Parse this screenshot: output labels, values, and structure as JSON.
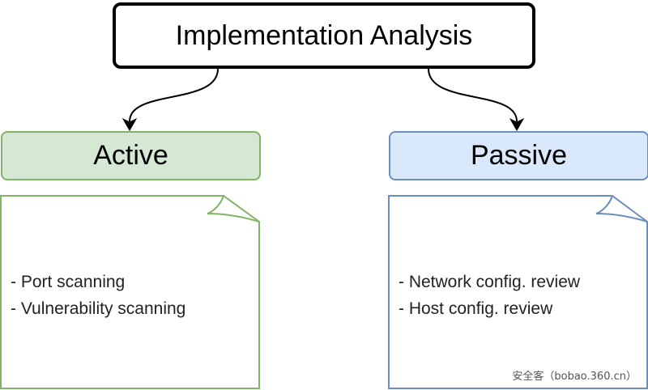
{
  "title": "Implementation Analysis",
  "categories": {
    "active": {
      "label": "Active",
      "items": [
        "- Port scanning",
        "- Vulnerability scanning"
      ]
    },
    "passive": {
      "label": "Passive",
      "items": [
        "- Network config. review",
        "- Host config. review"
      ]
    }
  },
  "watermark": "安全客（bobao.360.cn）",
  "colors": {
    "active_fill": "#d5e8d4",
    "active_stroke": "#82b366",
    "passive_fill": "#dae8fc",
    "passive_stroke": "#6c8ebf",
    "root_stroke": "#000000"
  }
}
